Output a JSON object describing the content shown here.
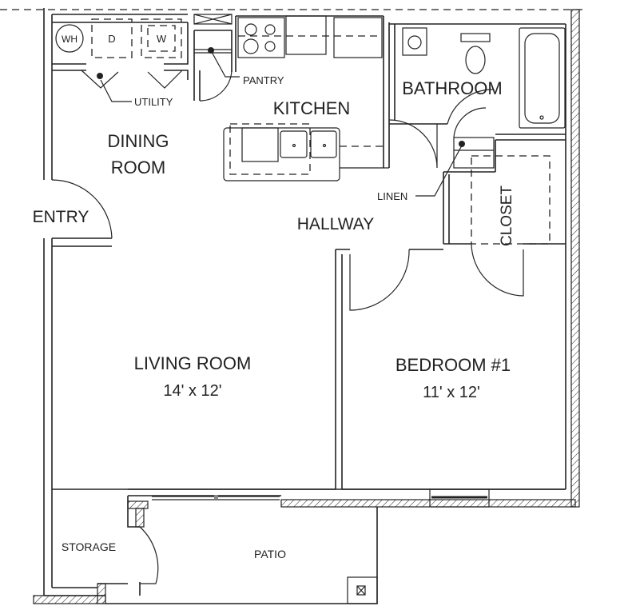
{
  "rooms": {
    "dining": [
      "DINING",
      "ROOM"
    ],
    "kitchen": "KITCHEN",
    "bathroom": "BATHROOM",
    "entry": "ENTRY",
    "hallway": "HALLWAY",
    "closet": "CLOSET",
    "living": {
      "name": "LIVING ROOM",
      "size": "14' x 12'"
    },
    "bedroom": {
      "name": "BEDROOM #1",
      "size": "11' x 12'"
    },
    "storage": "STORAGE",
    "patio": "PATIO"
  },
  "callouts": {
    "utility": "UTILITY",
    "pantry": "PANTRY",
    "linen": "LINEN"
  },
  "appliances": {
    "water_heater": "WH",
    "dryer": "D",
    "washer": "W"
  }
}
